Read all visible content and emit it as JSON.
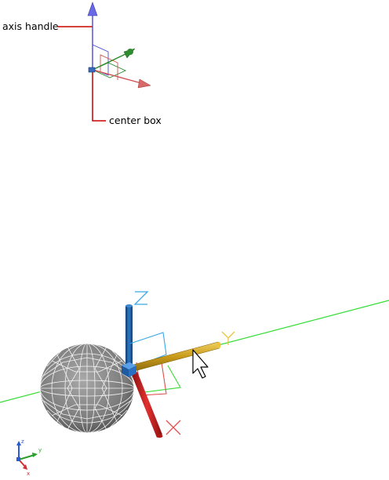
{
  "callouts": {
    "axis_handle": "axis handle",
    "center_box": "center box"
  },
  "gizmo_labels": {
    "z": "Z",
    "y": "Y",
    "x": "X"
  },
  "ucs_labels": {
    "z": "z",
    "y": "y",
    "x": "x"
  },
  "colors": {
    "callout_line": "#cc0000",
    "z_axis": "#1e5aa0",
    "y_axis": "#c8a020",
    "x_axis": "#d42020",
    "z_label": "#3aa7e8",
    "y_label": "#e8c43a",
    "x_label": "#e05050",
    "y_axis_line": "#33dd33",
    "center_box": "#2a78c8",
    "sphere_fill": "#8a8a8a",
    "wire": "#ffffff",
    "small_gizmo_z": "#4a4ad8",
    "small_gizmo_y": "#2a8a2a",
    "small_gizmo_x": "#d05050"
  },
  "cursor": "arrow-pointer-icon"
}
